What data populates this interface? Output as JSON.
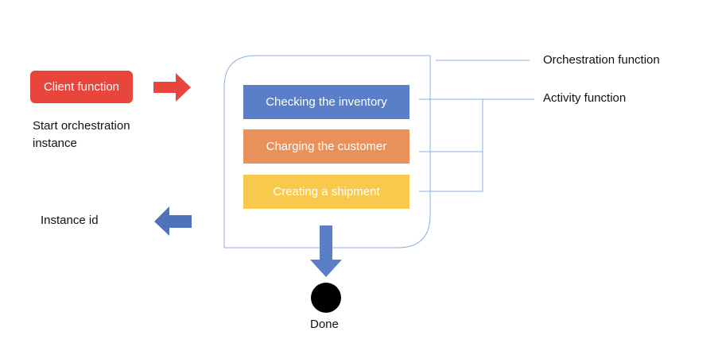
{
  "client_function": {
    "label": "Client function",
    "color": "#e8453c"
  },
  "start_label": {
    "line1": "Start orchestration",
    "line2": "instance"
  },
  "instance_label": "Instance id",
  "activities": [
    {
      "label": "Checking the inventory",
      "color": "#5b7ec9"
    },
    {
      "label": "Charging the customer",
      "color": "#e8915a"
    },
    {
      "label": "Creating a shipment",
      "color": "#f8c94c"
    }
  ],
  "legend": {
    "orchestration": "Orchestration function",
    "activity": "Activity function"
  },
  "done_label": "Done",
  "colors": {
    "request_arrow": "#e8453c",
    "response_arrow": "#4f72b8",
    "flow_arrow": "#5b7ec9",
    "outline": "#8fb0dc",
    "done_node": "#000000"
  }
}
